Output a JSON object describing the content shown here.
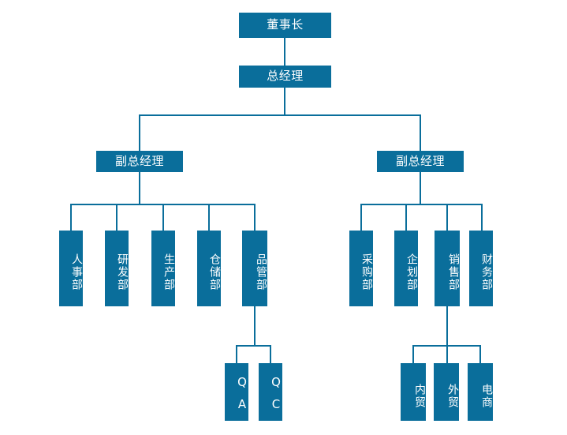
{
  "chart": {
    "type": "org-chart",
    "title": "",
    "theme": {
      "node_fill": "#0a6e9b",
      "node_text": "#ffffff",
      "connector": "#0a6e9b",
      "background": "#ffffff"
    },
    "nodes": {
      "chairman": {
        "label": "董事长",
        "level": 1
      },
      "general_manager": {
        "label": "总经理",
        "level": 2
      },
      "vice_gm_left": {
        "label": "副总经理",
        "level": 3
      },
      "vice_gm_right": {
        "label": "副总经理",
        "level": 3
      },
      "hr": {
        "label": "人事部",
        "level": 4
      },
      "rd": {
        "label": "研发部",
        "level": 4
      },
      "production": {
        "label": "生产部",
        "level": 4
      },
      "warehouse": {
        "label": "仓储部",
        "level": 4
      },
      "quality": {
        "label": "品管部",
        "level": 4
      },
      "purchasing": {
        "label": "采购部",
        "level": 4
      },
      "planning": {
        "label": "企划部",
        "level": 4
      },
      "sales": {
        "label": "销售部",
        "level": 4
      },
      "finance": {
        "label": "财务部",
        "level": 4
      },
      "qa": {
        "label": "QA",
        "level": 5
      },
      "qc": {
        "label": "QC",
        "level": 5
      },
      "domestic_trade": {
        "label": "内贸",
        "level": 5
      },
      "foreign_trade": {
        "label": "外贸",
        "level": 5
      },
      "ecommerce": {
        "label": "电商",
        "level": 5
      }
    }
  }
}
